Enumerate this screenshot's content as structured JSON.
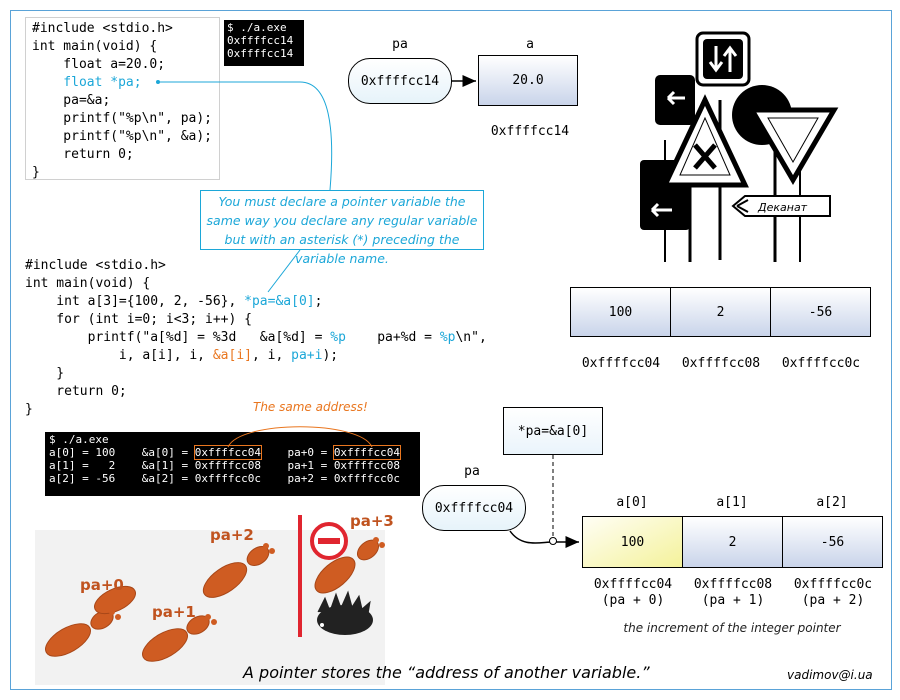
{
  "code_top": {
    "lines": [
      "#include <stdio.h>",
      "int main(void) {",
      "    float a=20.0;",
      "    float *pa;",
      "    pa=&a;",
      "    printf(\"%p\\n\", pa);",
      "    printf(\"%p\\n\", &a);",
      "    return 0;",
      "}"
    ]
  },
  "terminal_top": [
    "$ ./a.exe",
    "0xffffcc14",
    "0xffffcc14"
  ],
  "diagram_top": {
    "pointer_name": "pa",
    "pointer_value": "0xffffcc14",
    "var_name": "a",
    "var_value": "20.0",
    "var_address": "0xffffcc14"
  },
  "callout_text": "You must declare a pointer variable the same way you declare any regular variable but with an asterisk (*) preceding the variable name.",
  "code_bottom": {
    "line1": "#include <stdio.h>",
    "line2": "int main(void) {",
    "line3a": "    int a[3]={100, 2, -56}, ",
    "line3b": "*pa=&a[0]",
    "line3c": ";",
    "line4": "    for (int i=0; i<3; i++) {",
    "line5a": "        printf(\"a[%d] = %3d   &a[%d] = ",
    "line5b": "%p",
    "line5c": "    pa+%d = ",
    "line5d": "%p",
    "line5e": "\\n\",",
    "line6a": "            i, a[i], i, ",
    "line6b": "&a[i]",
    "line6c": ", i, ",
    "line6d": "pa+i",
    "line6e": ");",
    "line7": "    }",
    "line8": "    return 0;",
    "line9": "}"
  },
  "same_address_note": "The same address!",
  "terminal_bottom": {
    "prompt": "$ ./a.exe",
    "rows": [
      {
        "a": "a[0] = 100",
        "addr_label": "&a[0] = ",
        "addr": "0xffffcc04",
        "pa_label": "pa+0 = ",
        "pa": "0xffffcc04"
      },
      {
        "a": "a[1] =   2",
        "addr_label": "&a[1] = ",
        "addr": "0xffffcc08",
        "pa_label": "pa+1 = ",
        "pa": "0xffffcc08"
      },
      {
        "a": "a[2] = -56",
        "addr_label": "&a[2] = ",
        "addr": "0xffffcc0c",
        "pa_label": "pa+2 = ",
        "pa": "0xffffcc0c"
      }
    ]
  },
  "array_top": {
    "values": [
      "100",
      "2",
      "-56"
    ],
    "addresses": [
      "0xffffcc04",
      "0xffffcc08",
      "0xffffcc0c"
    ]
  },
  "array_bottom": {
    "code_label": "*pa=&a[0]",
    "pointer_name": "pa",
    "pointer_value": "0xffffcc04",
    "names": [
      "a[0]",
      "a[1]",
      "a[2]"
    ],
    "values": [
      "100",
      "2",
      "-56"
    ],
    "addresses": [
      "0xffffcc04",
      "0xffffcc08",
      "0xffffcc0c"
    ],
    "offsets": [
      "(pa + 0)",
      "(pa + 1)",
      "(pa + 2)"
    ],
    "caption": "the increment of the integer pointer"
  },
  "sign_text": "Деканат",
  "footprints": [
    "pa+0",
    "pa+1",
    "pa+2",
    "pa+3"
  ],
  "bottom_caption": "A pointer stores the “address of another variable.”",
  "author": "vadimov@i.ua",
  "colors": {
    "accent_blue": "#1ca7d8",
    "accent_orange": "#e9761f",
    "footprint": "#c0531f"
  }
}
